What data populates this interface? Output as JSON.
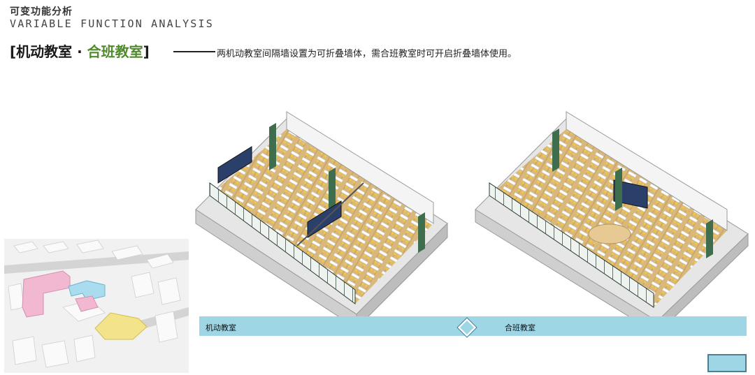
{
  "header": {
    "title_cn": "可变功能分析",
    "title_en": "VARIABLE FUNCTION ANALYSIS"
  },
  "heading": {
    "open_bracket": "[",
    "part1": "机动教室",
    "separator": " · ",
    "part2": "合班教室",
    "close_bracket": "]",
    "description": "两机动教室间隔墙设置为可折叠墙体，需合班教室时可开启折叠墙体使用。"
  },
  "band": {
    "left_label": "机动教室",
    "right_label": "合班教室"
  },
  "colors": {
    "band": "#9fd6e6",
    "accent_green": "#4f8a2d",
    "floor_wood": "#d9b87a",
    "wall_green": "#3e6e4e",
    "site_pink": "#f2b8d2",
    "site_blue": "#a8dcee",
    "site_yellow": "#f3e38a"
  }
}
